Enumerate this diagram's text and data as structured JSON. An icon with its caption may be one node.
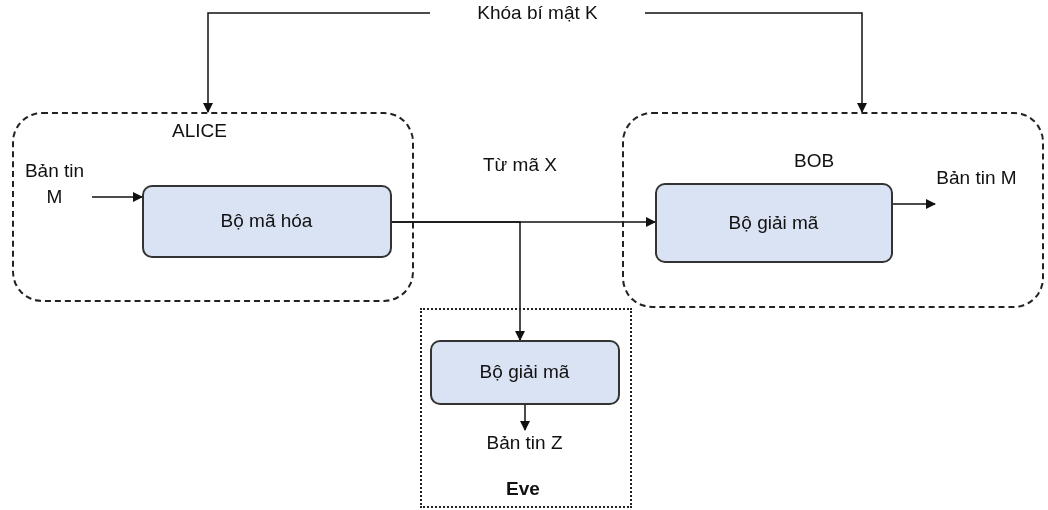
{
  "diagram": {
    "nodes": [
      {
        "text": [
          "ALICE"
        ]
      },
      {
        "text": [
          "Bộ mã hóa"
        ],
        "in": 0
      },
      {
        "text": [
          "BOB"
        ]
      },
      {
        "text": [
          "Bộ giải mã"
        ],
        "in": 2
      },
      {
        "text": [
          "Eve"
        ]
      },
      {
        "text": [
          "Bộ giải mã"
        ],
        "in": 4
      },
      {
        "text": [
          "Bản tin Z"
        ],
        "in": 4
      },
      {
        "text": [
          "Bản tin M"
        ],
        "in": 0
      },
      {
        "text": [
          "Bản tin M"
        ],
        "in": 2
      },
      {
        "text": [
          "Khóa bí mật K"
        ]
      }
    ],
    "edges": [
      {
        "from": 9,
        "to": 0,
        "arrow": "to"
      },
      {
        "from": 9,
        "to": 2,
        "arrow": "to"
      },
      {
        "from": 7,
        "to": 1,
        "arrow": "to"
      },
      {
        "from": 1,
        "to": 3,
        "arrow": "to",
        "label": "Từ mã X"
      },
      {
        "from": 1,
        "to": 5,
        "arrow": "to"
      },
      {
        "from": 3,
        "to": 8,
        "arrow": "to"
      },
      {
        "from": 5,
        "to": 6,
        "arrow": "to"
      }
    ]
  }
}
